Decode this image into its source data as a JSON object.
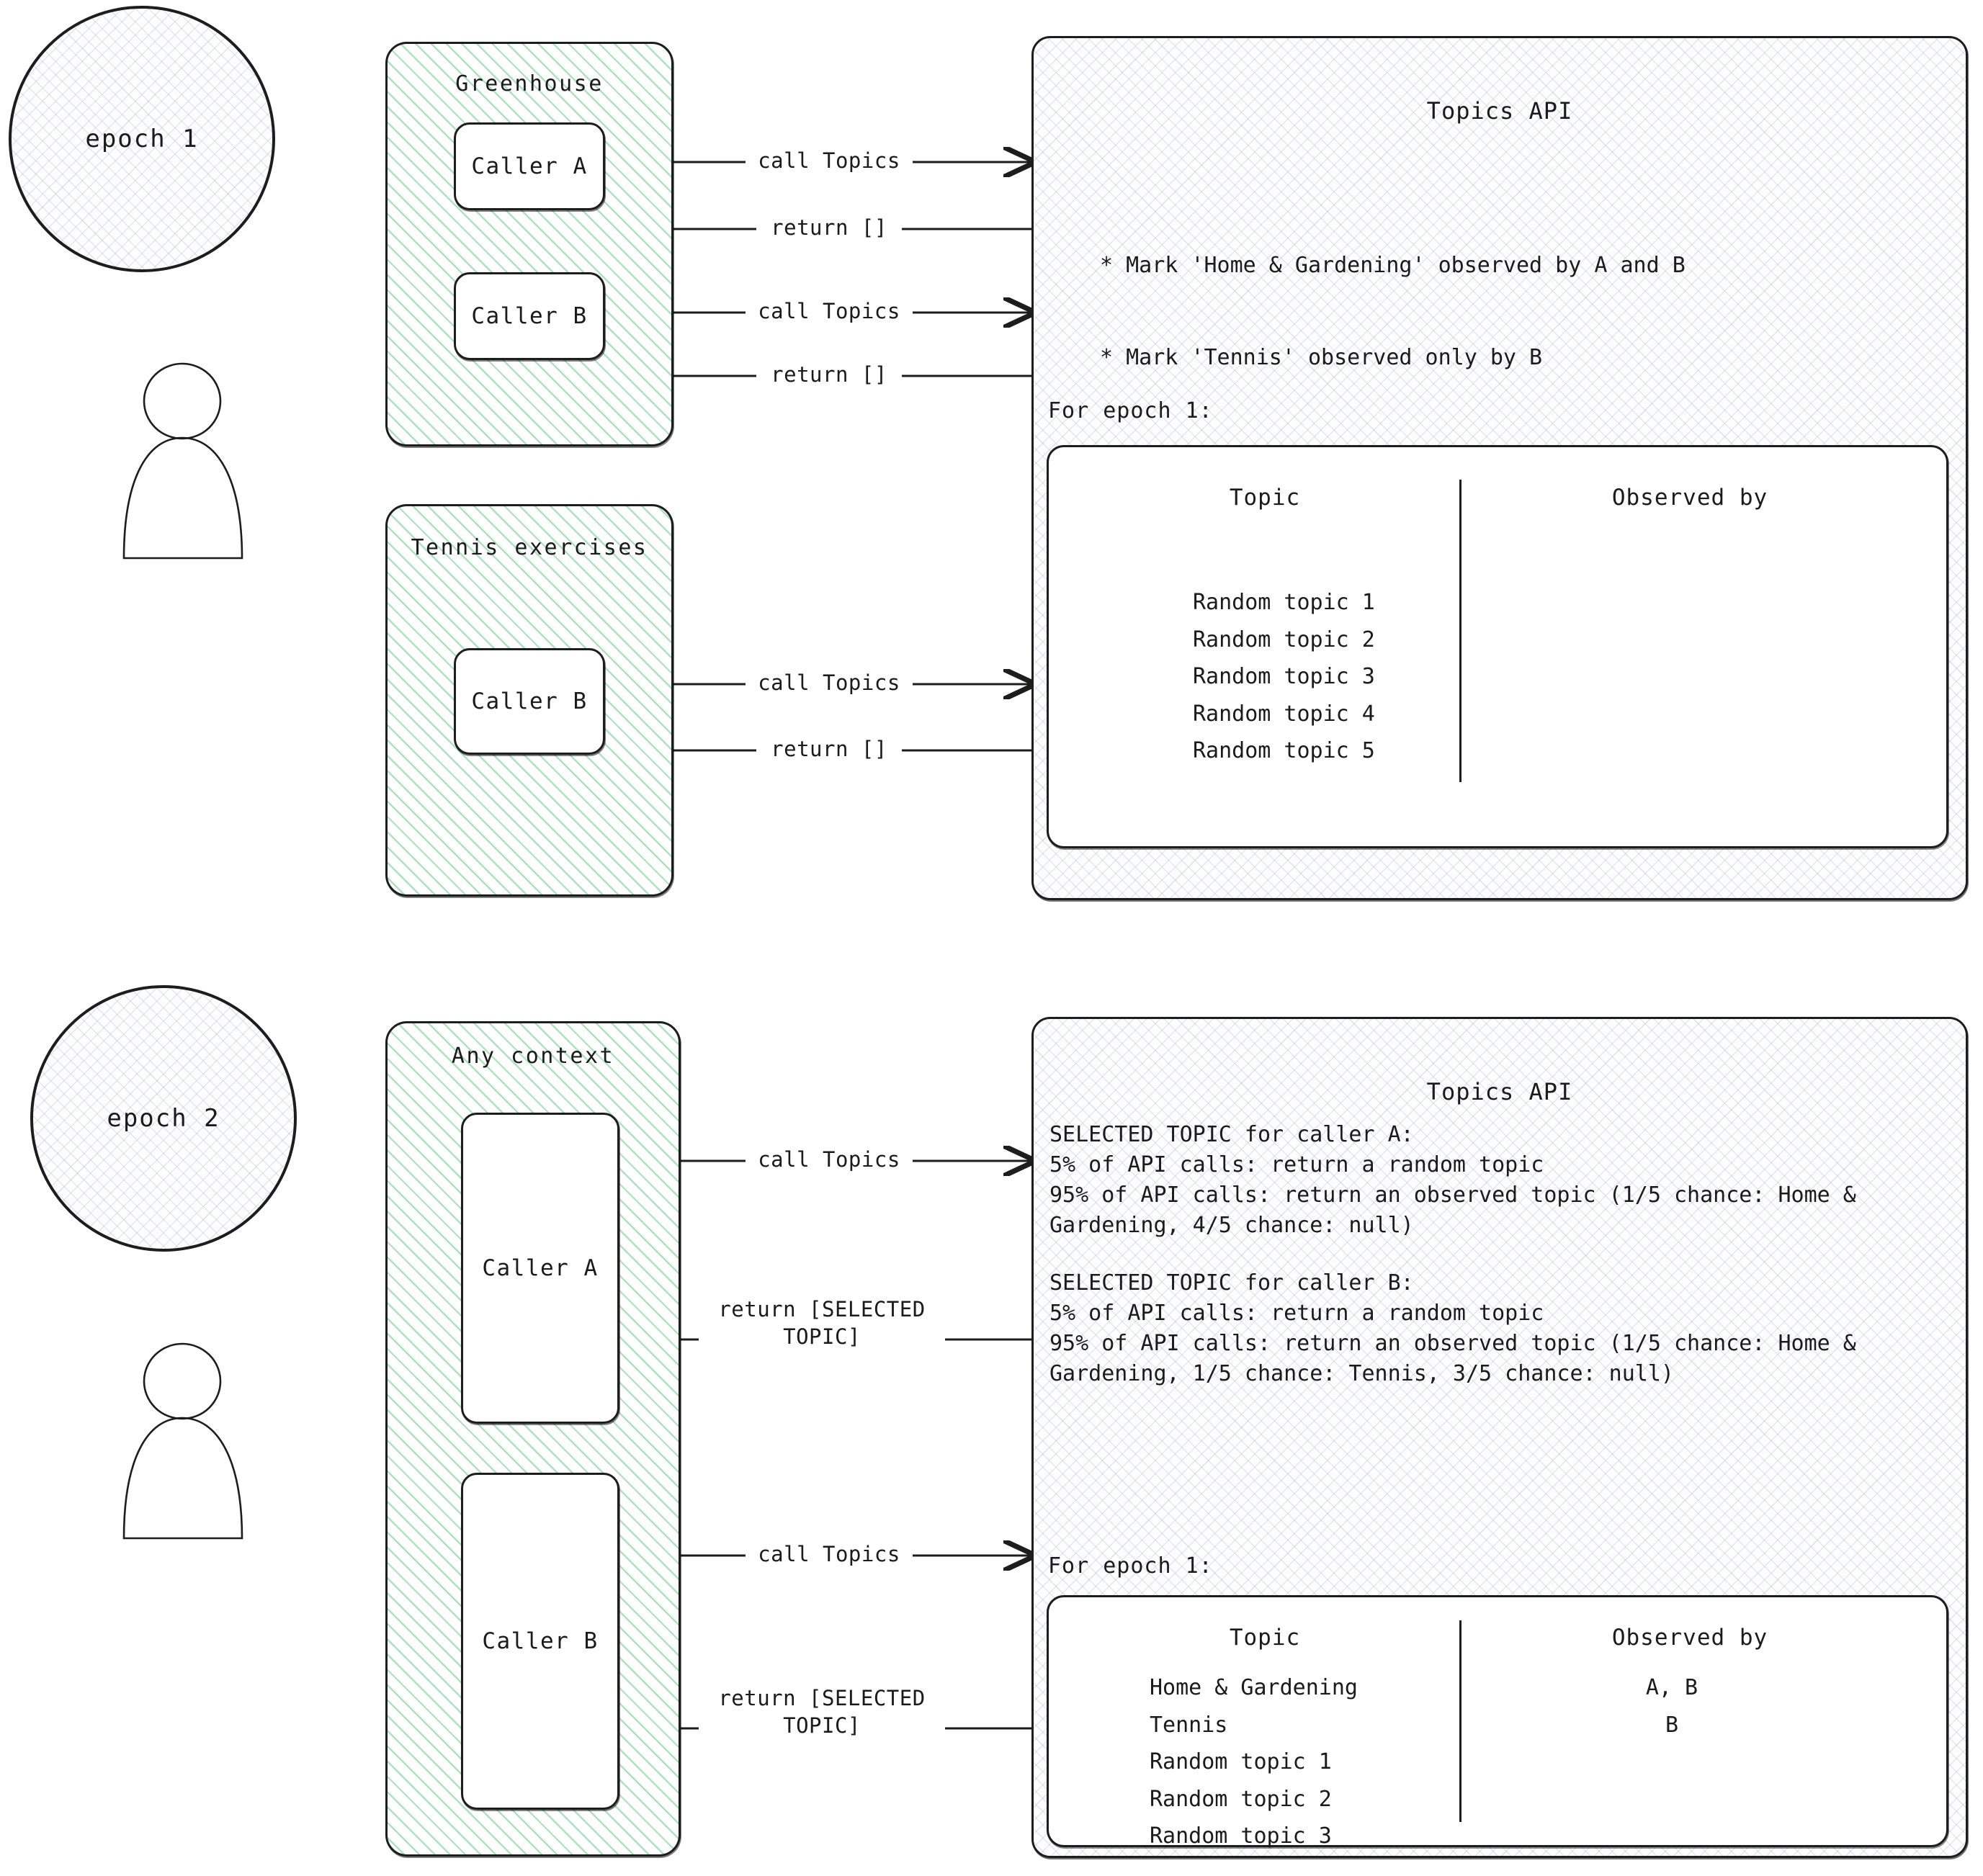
{
  "epochs": [
    {
      "label": "epoch 1",
      "contexts": [
        {
          "title": "Greenhouse",
          "callers": [
            "Caller A",
            "Caller B"
          ]
        },
        {
          "title": "Tennis exercises",
          "callers": [
            "Caller B"
          ]
        }
      ],
      "api": {
        "title": "Topics API",
        "bullets": [
          "* Mark 'Home & Gardening' observed by A and B",
          "* Mark 'Tennis' observed only by B"
        ],
        "section_label": "For epoch 1:",
        "table": {
          "columns": [
            "Topic",
            "Observed by"
          ],
          "rows": [
            {
              "topic": "Random topic 1",
              "observed_by": ""
            },
            {
              "topic": "Random topic 2",
              "observed_by": ""
            },
            {
              "topic": "Random topic 3",
              "observed_by": ""
            },
            {
              "topic": "Random topic 4",
              "observed_by": ""
            },
            {
              "topic": "Random topic 5",
              "observed_by": ""
            }
          ]
        },
        "storage_icon": "database-cylinder-icon"
      },
      "messages": [
        {
          "direction": "request",
          "text": "call Topics"
        },
        {
          "direction": "response",
          "text": "return []"
        },
        {
          "direction": "request",
          "text": "call Topics"
        },
        {
          "direction": "response",
          "text": "return []"
        },
        {
          "direction": "request",
          "text": "call Topics"
        },
        {
          "direction": "response",
          "text": "return []"
        }
      ]
    },
    {
      "label": "epoch 2",
      "contexts": [
        {
          "title": "Any context",
          "callers": [
            "Caller A",
            "Caller B"
          ]
        }
      ],
      "api": {
        "title": "Topics API",
        "paragraphs": [
          "SELECTED TOPIC for caller A:",
          "5% of API calls: return a random topic",
          "95% of API calls: return an observed topic (1/5 chance: Home & Gardening, 4/5 chance: null)",
          "",
          "SELECTED TOPIC for caller B:",
          "5% of API calls: return a random topic",
          "95% of API calls: return an observed topic (1/5 chance: Home & Gardening, 1/5 chance: Tennis,  3/5 chance: null)"
        ],
        "section_label": "For epoch 1:",
        "table": {
          "columns": [
            "Topic",
            "Observed by"
          ],
          "rows": [
            {
              "topic": "Home & Gardening",
              "observed_by": "A, B"
            },
            {
              "topic": "Tennis",
              "observed_by": "B"
            },
            {
              "topic": "Random topic 1",
              "observed_by": ""
            },
            {
              "topic": "Random topic 2",
              "observed_by": ""
            },
            {
              "topic": "Random topic 3",
              "observed_by": ""
            }
          ]
        },
        "storage_icon": "database-cylinder-icon"
      },
      "messages": [
        {
          "direction": "request",
          "text": "call Topics"
        },
        {
          "direction": "response",
          "text": "return [SELECTED\nTOPIC]"
        },
        {
          "direction": "request",
          "text": "call Topics"
        },
        {
          "direction": "response",
          "text": "return [SELECTED\nTOPIC]"
        }
      ]
    }
  ],
  "actor_icon": "person-icon",
  "colors": {
    "stroke": "#1d1d1d",
    "context_hatch": "#6acb85",
    "panel_hatch": "#96a0b4",
    "background": "#ffffff"
  }
}
